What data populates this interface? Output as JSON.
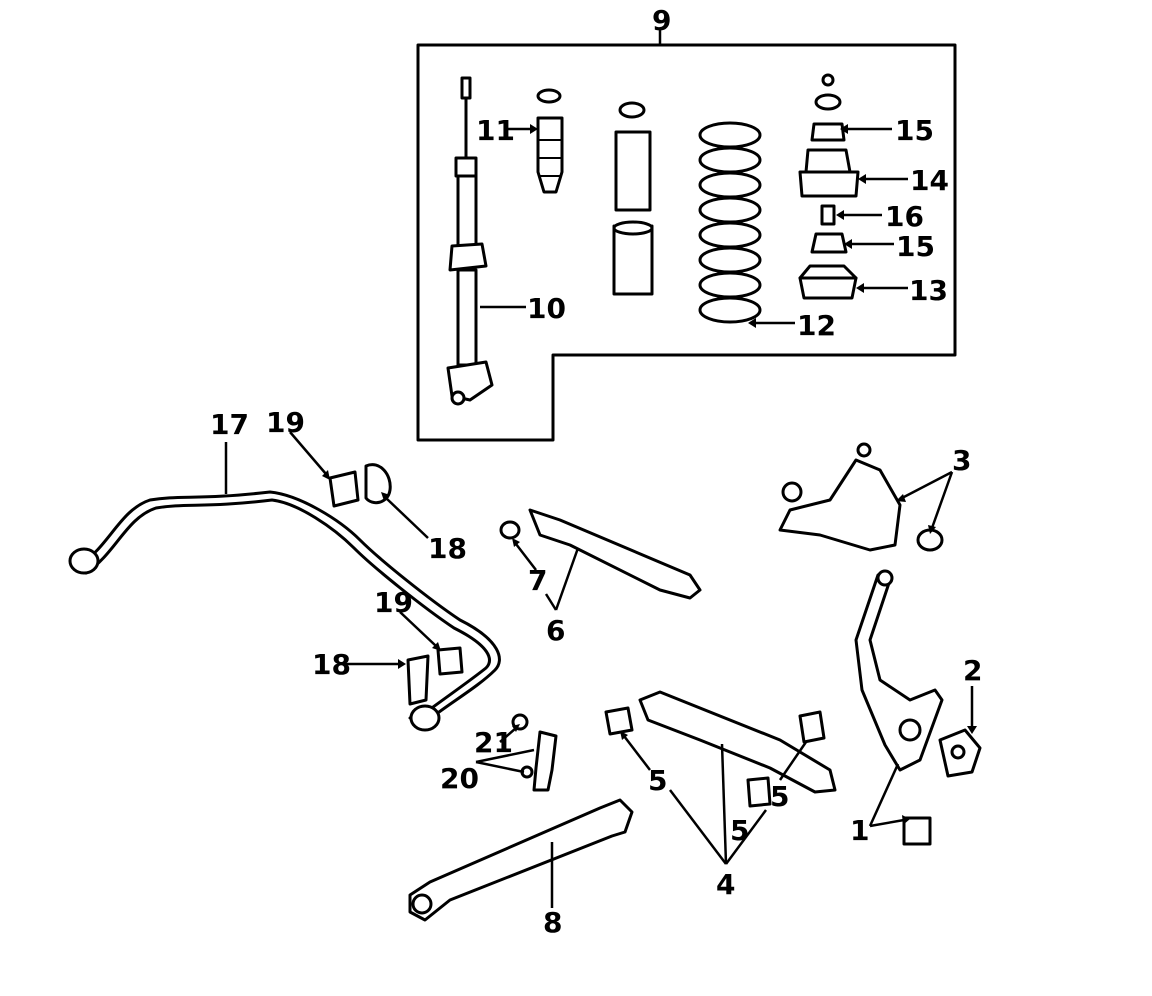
{
  "callouts": {
    "c1": "1",
    "c2": "2",
    "c3": "3",
    "c4": "4",
    "c5a": "5",
    "c5b": "5",
    "c5c": "5",
    "c6": "6",
    "c7": "7",
    "c8": "8",
    "c9": "9",
    "c10": "10",
    "c11": "11",
    "c12": "12",
    "c13": "13",
    "c14": "14",
    "c15a": "15",
    "c15b": "15",
    "c16": "16",
    "c17": "17",
    "c18a": "18",
    "c18b": "18",
    "c19a": "19",
    "c19b": "19",
    "c20": "20",
    "c21": "21"
  },
  "colors": {
    "ink": "#000000",
    "background": "#ffffff"
  }
}
